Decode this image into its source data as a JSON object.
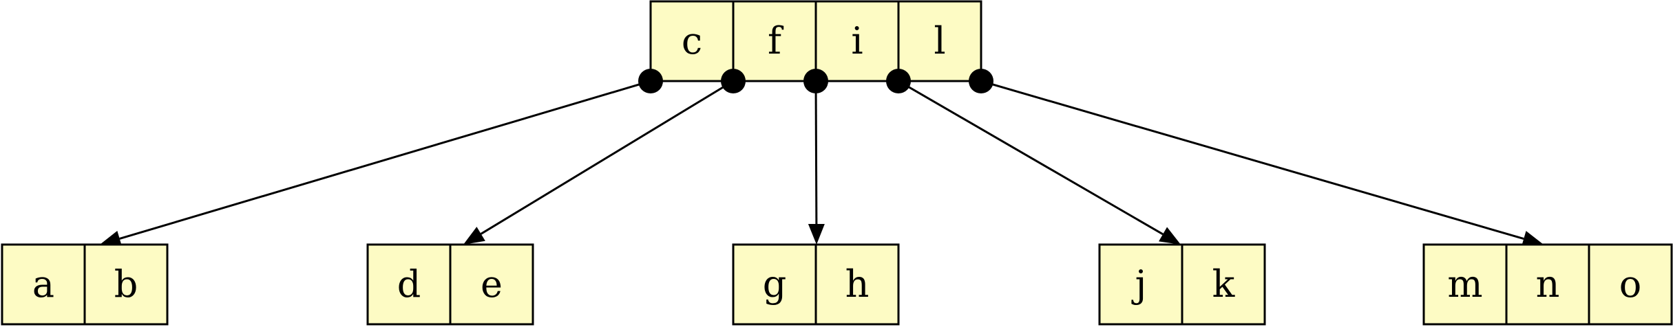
{
  "tree": {
    "root": {
      "keys": [
        "c",
        "f",
        "i",
        "l"
      ]
    },
    "children": [
      {
        "keys": [
          "a",
          "b"
        ]
      },
      {
        "keys": [
          "d",
          "e"
        ]
      },
      {
        "keys": [
          "g",
          "h"
        ]
      },
      {
        "keys": [
          "j",
          "k"
        ]
      },
      {
        "keys": [
          "m",
          "n",
          "o"
        ]
      }
    ]
  },
  "colors": {
    "cell_fill": "#fdfbc4",
    "stroke": "#000000",
    "background": "#ffffff"
  }
}
